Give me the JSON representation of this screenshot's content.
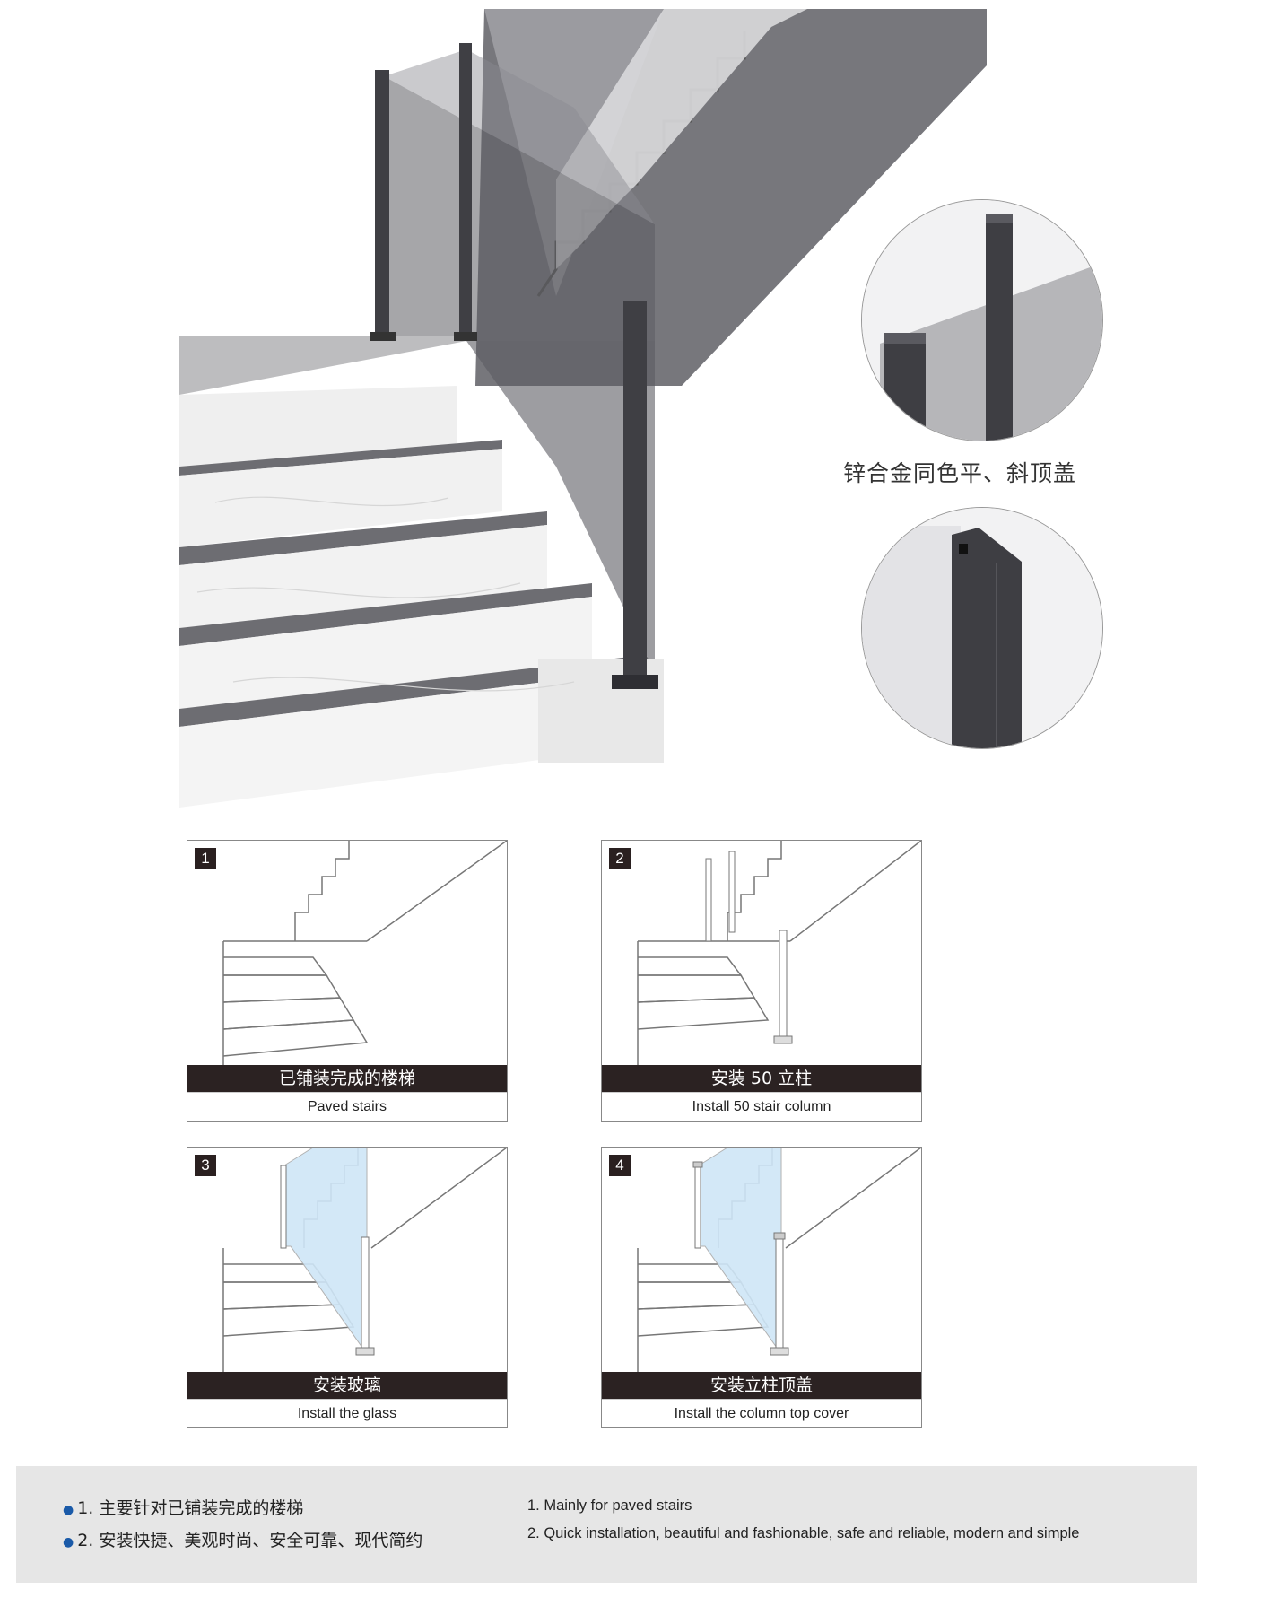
{
  "detail": {
    "caption": "锌合金同色平、斜顶盖"
  },
  "steps": [
    {
      "number": "1",
      "title_cn": "已铺装完成的楼梯",
      "title_en": "Paved stairs"
    },
    {
      "number": "2",
      "title_cn": "安装 50 立柱",
      "title_en": "Install 50 stair column"
    },
    {
      "number": "3",
      "title_cn": "安装玻璃",
      "title_en": "Install the glass"
    },
    {
      "number": "4",
      "title_cn": "安装立柱顶盖",
      "title_en": "Install the column top cover"
    }
  ],
  "features": {
    "cn": [
      "1. 主要针对已铺装完成的楼梯",
      "2. 安装快捷、美观时尚、安全可靠、现代简约"
    ],
    "en": [
      "1. Mainly for paved stairs",
      "2. Quick installation, beautiful and fashionable, safe and reliable, modern and simple"
    ]
  },
  "colors": {
    "post": "#3f3f44",
    "glass": "#6e6e73",
    "tread": "#6d6d72",
    "marble": "#f1f1f1",
    "caption_bar": "#2b2222",
    "bullet": "#1a5aa8",
    "glass_blue": "#cfe6f7"
  }
}
